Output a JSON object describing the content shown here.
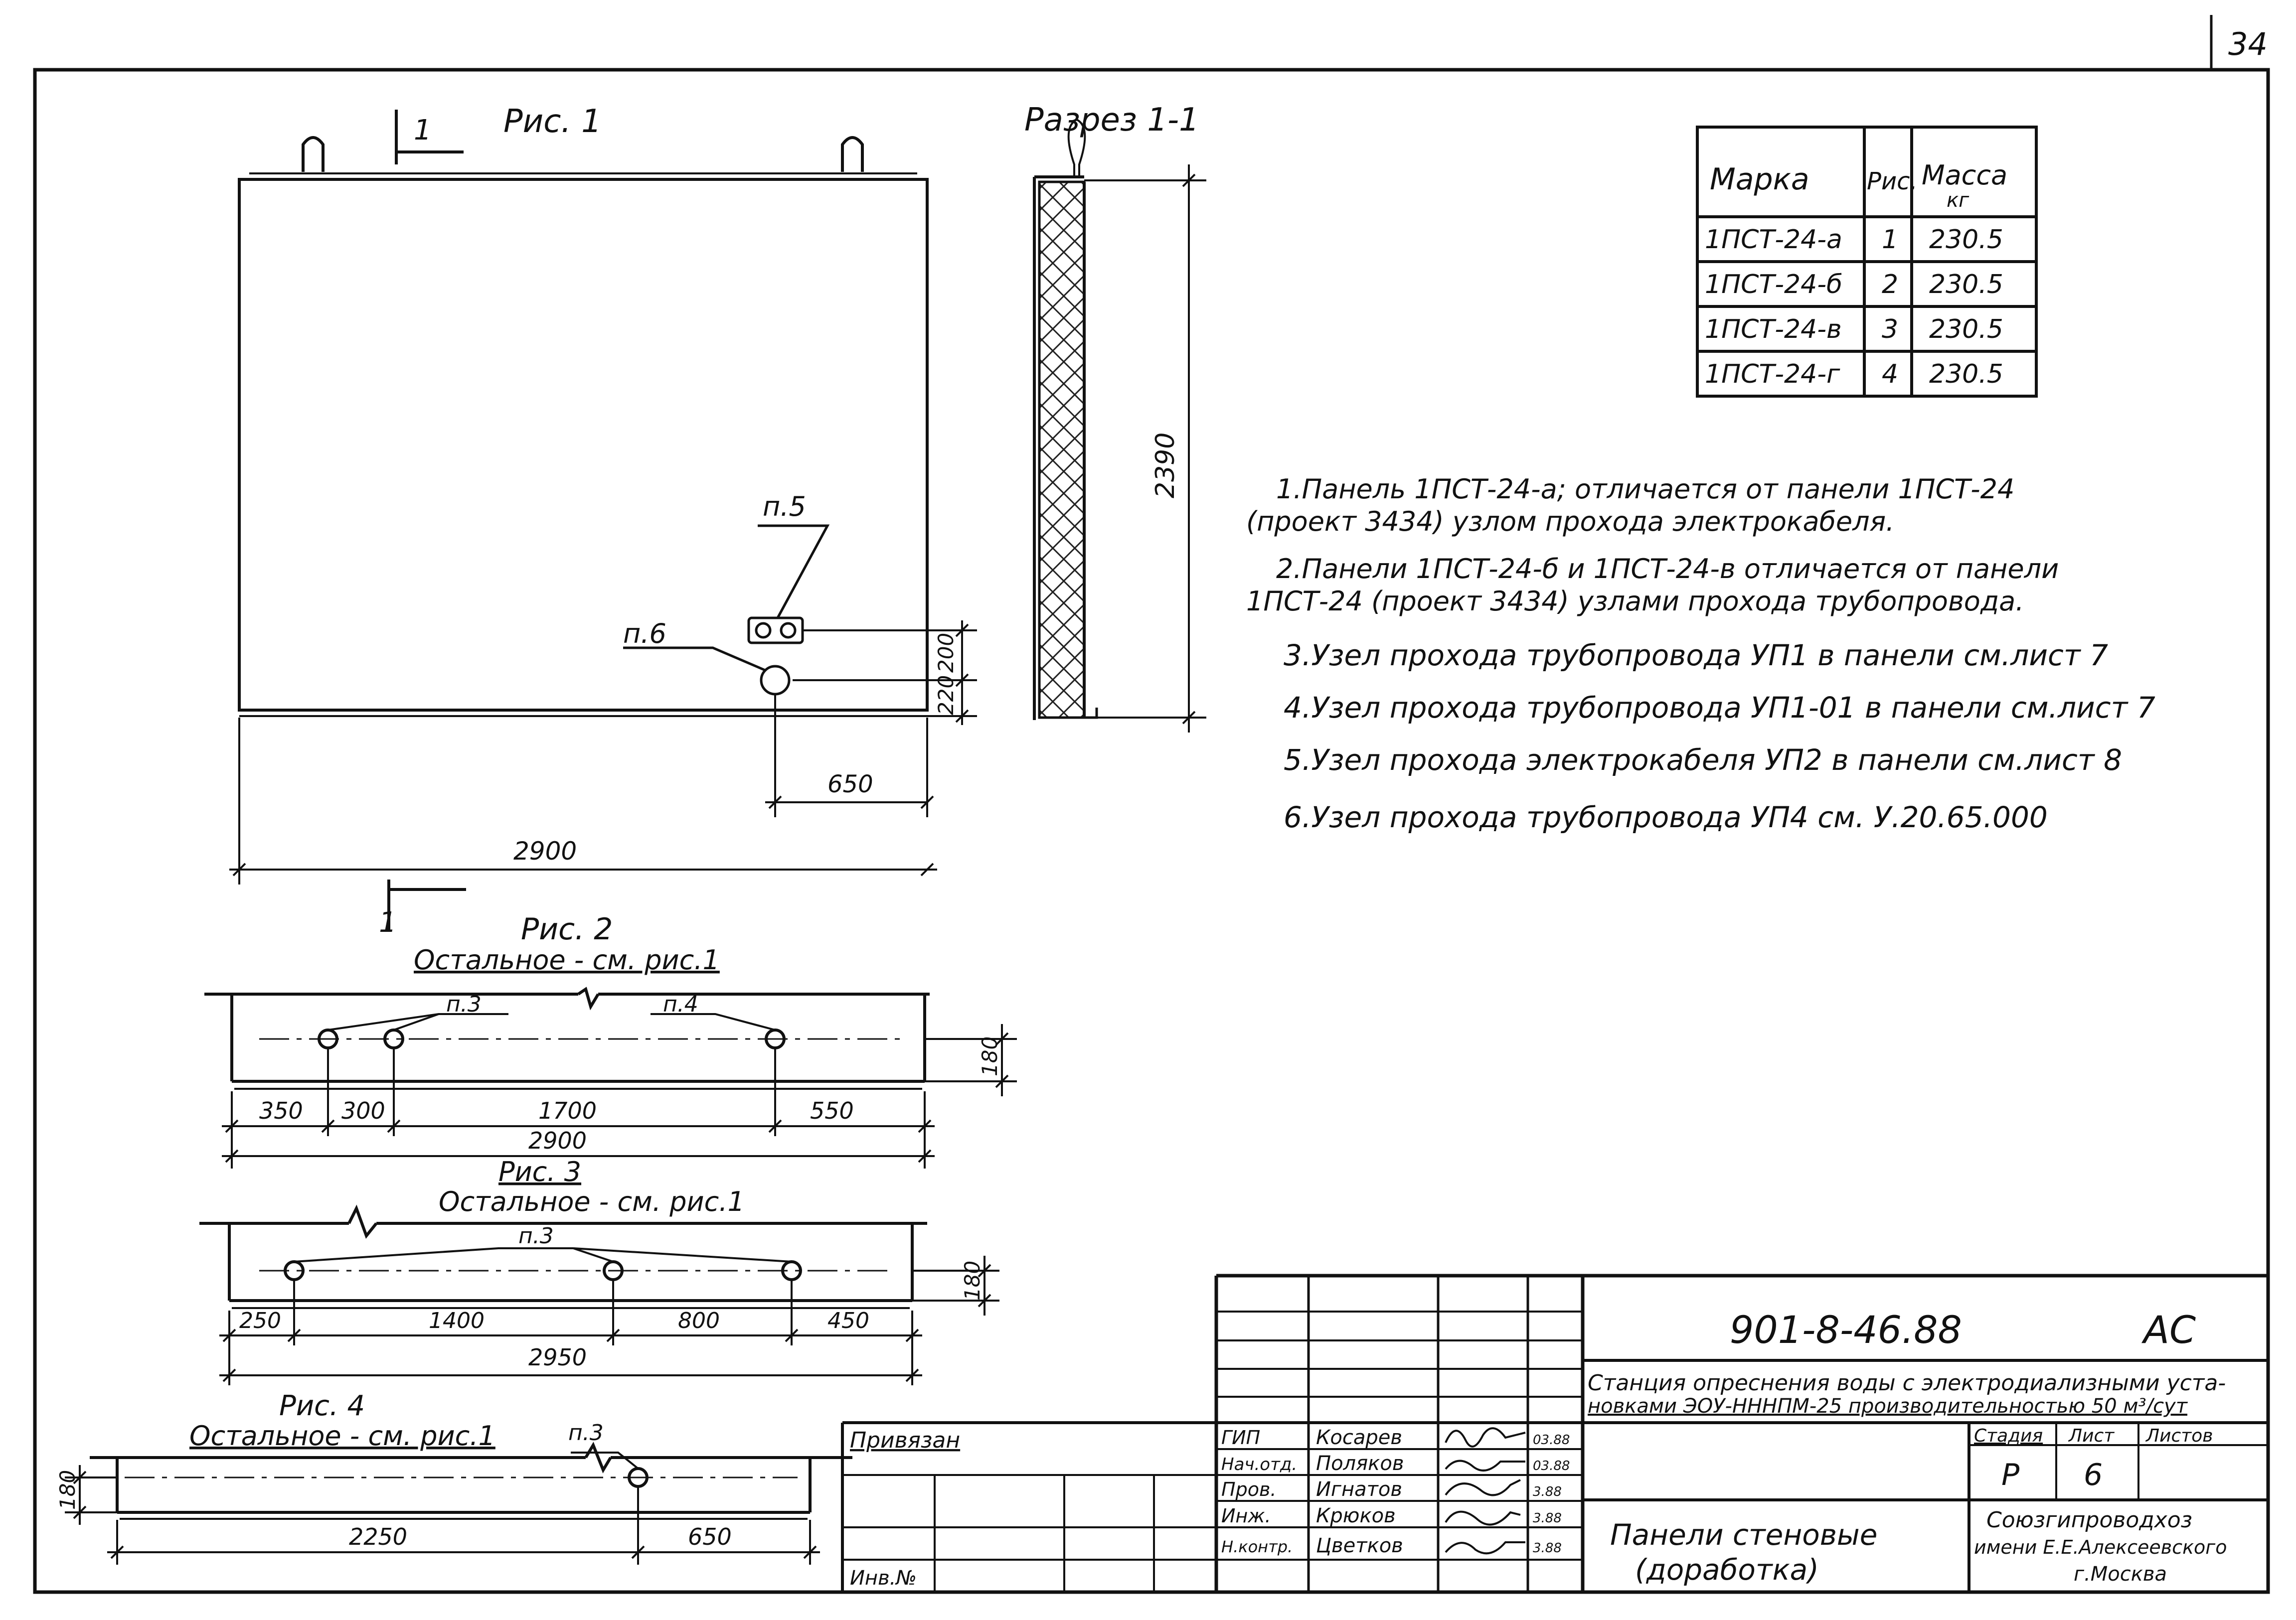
{
  "sheet_number": "34",
  "fig1": {
    "title": "Рис. 1",
    "section_mark": "1",
    "section_mark_bottom": "1",
    "label_p5": "п.5",
    "label_p6": "п.6",
    "dim_200": "200",
    "dim_220": "220",
    "dim_650": "650",
    "dim_2900": "2900"
  },
  "section": {
    "title": "Разрез 1-1",
    "dim_2390": "2390"
  },
  "fig2": {
    "title": "Рис. 2",
    "note": "Остальное - см. рис.1",
    "label_p3": "п.3",
    "label_p4": "п.4",
    "dim_180": "180",
    "dims": [
      "350",
      "300",
      "1700",
      "550"
    ],
    "total": "2900"
  },
  "fig3": {
    "title": "Рис. 3",
    "note": "Остальное - см. рис.1",
    "label_p3": "п.3",
    "dim_180": "180",
    "dims": [
      "250",
      "1400",
      "800",
      "450"
    ],
    "total": "2950"
  },
  "fig4": {
    "title": "Рис. 4",
    "note": "Остальное - см. рис.1",
    "label_p3": "п.3",
    "dim_180": "180",
    "dims": [
      "2250",
      "650"
    ]
  },
  "mass_table": {
    "headers": [
      "Марка",
      "Рис.",
      "Масса",
      "кг"
    ],
    "rows": [
      [
        "1ПСТ-24-а",
        "1",
        "230.5"
      ],
      [
        "1ПСТ-24-б",
        "2",
        "230.5"
      ],
      [
        "1ПСТ-24-в",
        "3",
        "230.5"
      ],
      [
        "1ПСТ-24-г",
        "4",
        "230.5"
      ]
    ]
  },
  "notes": [
    "1.Панель 1ПСТ-24-а; отличается от панели 1ПСТ-24",
    "(проект 3434) узлом прохода электрокабеля.",
    "2.Панели 1ПСТ-24-б и 1ПСТ-24-в отличается от панели",
    "1ПСТ-24 (проект 3434) узлами прохода трубопровода.",
    "3.Узел прохода трубопровода УП1 в панели см.лист 7",
    "4.Узел прохода трубопровода УП1-01 в панели см.лист 7",
    "5.Узел прохода электрокабеля УП2 в панели см.лист 8",
    "6.Узел прохода трубопровода УП4 см. У.20.65.000"
  ],
  "title_block": {
    "code": "901-8-46.88",
    "mark": "АС",
    "project_line1": "Станция опреснения воды с электродиализными уста-",
    "project_line2": "новками ЭОУ-НННПМ-25 производительностью 50 м³/сут",
    "privyazan": "Привязан",
    "inv": "Инв.№",
    "staff": [
      {
        "role": "ГИП",
        "name": "Косарев",
        "date": "03.88"
      },
      {
        "role": "Нач.отд.",
        "name": "Поляков",
        "date": "03.88"
      },
      {
        "role": "Пров.",
        "name": "Игнатов",
        "date": "3.88"
      },
      {
        "role": "Инж.",
        "name": "Крюков",
        "date": "3.88"
      },
      {
        "role": "Н.контр.",
        "name": "Цветков",
        "date": "3.88"
      }
    ],
    "stage_header": "Стадия",
    "sheet_header": "Лист",
    "sheets_header": "Листов",
    "stage": "Р",
    "sheet": "6",
    "drawing_title1": "Панели стеновые",
    "drawing_title2": "(доработка)",
    "org1": "Союзгипроводхоз",
    "org2": "имени Е.Е.Алексеевского",
    "org3": "г.Москва"
  }
}
